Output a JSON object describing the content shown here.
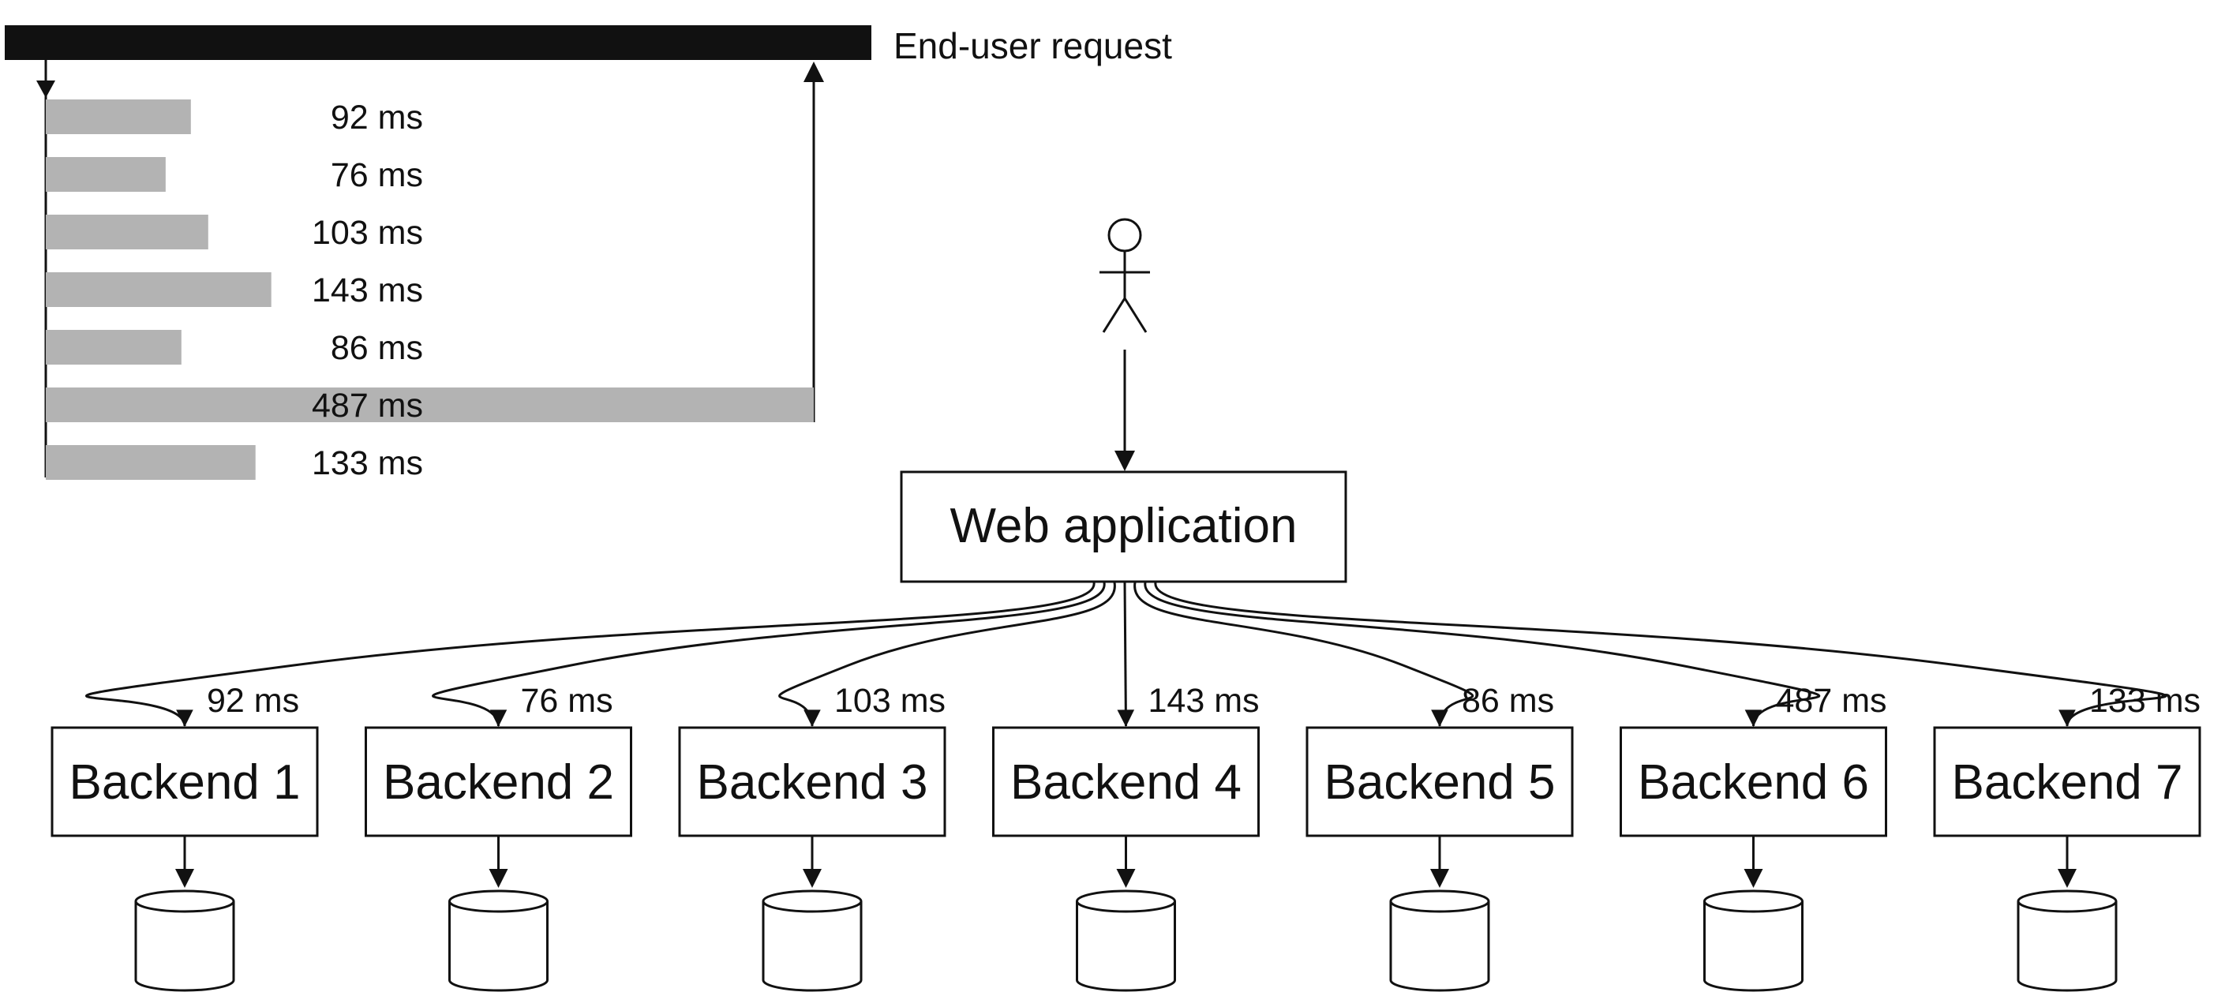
{
  "title": "End-user request",
  "web_application": "Web application",
  "colors": {
    "request_bar": "#111111",
    "latency_bar": "#b3b3b3",
    "stroke": "#111111"
  },
  "icons": {
    "user": "user-icon",
    "database": "database-icon"
  },
  "backends": [
    {
      "label": "Backend 1",
      "latency": "92 ms",
      "latency_ms": 92
    },
    {
      "label": "Backend 2",
      "latency": "76 ms",
      "latency_ms": 76
    },
    {
      "label": "Backend 3",
      "latency": "103 ms",
      "latency_ms": 103
    },
    {
      "label": "Backend 4",
      "latency": "143 ms",
      "latency_ms": 143
    },
    {
      "label": "Backend 5",
      "latency": "86 ms",
      "latency_ms": 86
    },
    {
      "label": "Backend 6",
      "latency": "487 ms",
      "latency_ms": 487
    },
    {
      "label": "Backend 7",
      "latency": "133 ms",
      "latency_ms": 133
    }
  ]
}
